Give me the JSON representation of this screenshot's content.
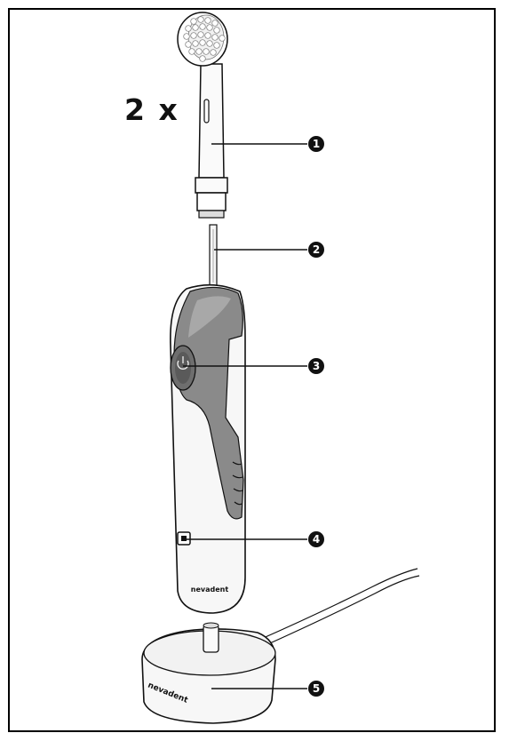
{
  "quantity_label": "2 x",
  "brand": "nevadent",
  "callouts": [
    {
      "number": "1",
      "part": "brush-head"
    },
    {
      "number": "2",
      "part": "drive-shaft"
    },
    {
      "number": "3",
      "part": "power-button"
    },
    {
      "number": "4",
      "part": "charge-indicator"
    },
    {
      "number": "5",
      "part": "charging-stand"
    }
  ],
  "colors": {
    "ink": "#111111",
    "grip": "#8a8a8a",
    "button": "#6e6e6e",
    "body": "#f7f7f7"
  }
}
